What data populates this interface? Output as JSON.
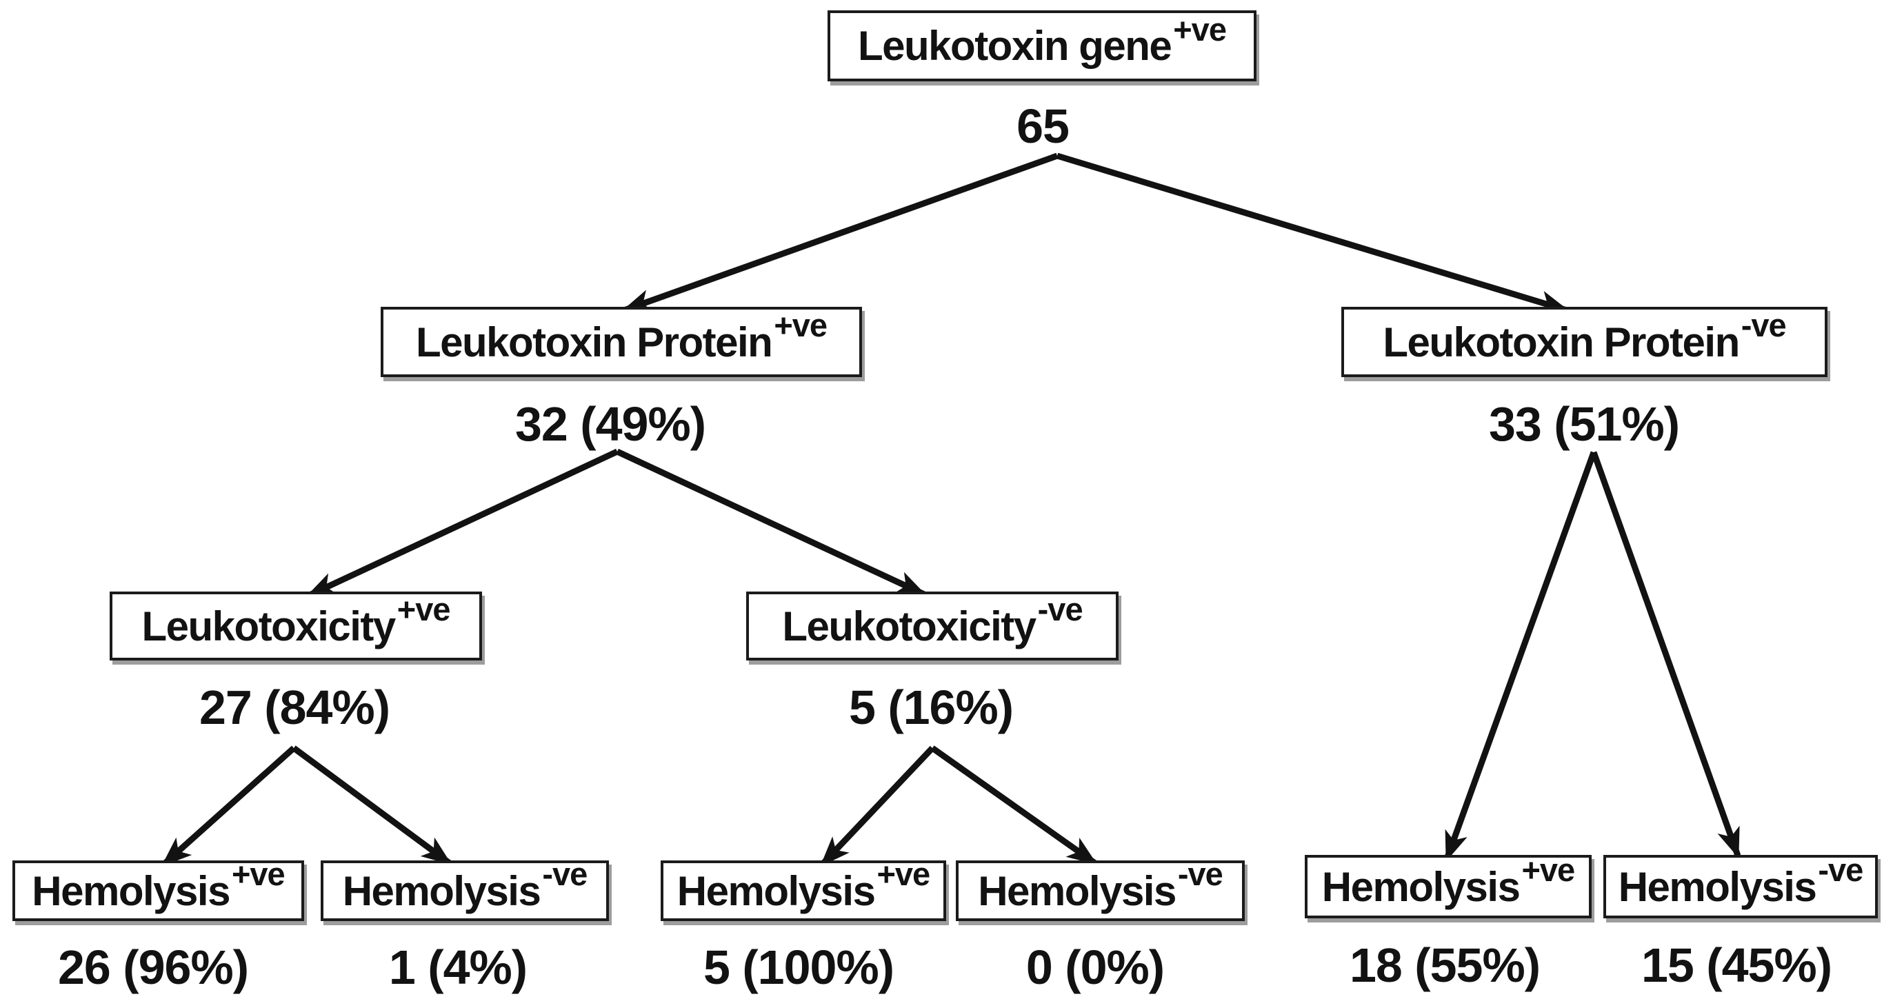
{
  "figure": {
    "title": "Leukotoxin characterization flow diagram",
    "colors": {
      "background": "#ffffff",
      "box_fill": "#ffffff",
      "box_border": "#1b1b1b",
      "box_shadow": "#9d9d9d",
      "text": "#121212",
      "arrow": "#121212"
    },
    "nodes": [
      {
        "id": "root",
        "label": "Leukotoxin gene",
        "sup": "+ve",
        "count": "65"
      },
      {
        "id": "protein_pos",
        "label": "Leukotoxin Protein",
        "sup": "+ve",
        "count": "32 (49%)"
      },
      {
        "id": "protein_neg",
        "label": "Leukotoxin Protein",
        "sup": "-ve",
        "count": "33 (51%)"
      },
      {
        "id": "toxicity_pos",
        "label": "Leukotoxicity",
        "sup": "+ve",
        "count": "27 (84%)"
      },
      {
        "id": "toxicity_neg",
        "label": "Leukotoxicity",
        "sup": "-ve",
        "count": "5 (16%)"
      },
      {
        "id": "hemolysis1_pos",
        "label": "Hemolysis",
        "sup": "+ve",
        "count": "26 (96%)"
      },
      {
        "id": "hemolysis1_neg",
        "label": "Hemolysis",
        "sup": "-ve",
        "count": "1 (4%)"
      },
      {
        "id": "hemolysis2_pos",
        "label": "Hemolysis",
        "sup": "+ve",
        "count": "5 (100%)"
      },
      {
        "id": "hemolysis2_neg",
        "label": "Hemolysis",
        "sup": "-ve",
        "count": "0 (0%)"
      },
      {
        "id": "hemolysis3_pos",
        "label": "Hemolysis",
        "sup": "+ve",
        "count": "18 (55%)"
      },
      {
        "id": "hemolysis3_neg",
        "label": "Hemolysis",
        "sup": "-ve",
        "count": "15 (45%)"
      }
    ],
    "edges": [
      {
        "from": "root",
        "to": "protein_pos"
      },
      {
        "from": "root",
        "to": "protein_neg"
      },
      {
        "from": "protein_pos",
        "to": "toxicity_pos"
      },
      {
        "from": "protein_pos",
        "to": "toxicity_neg"
      },
      {
        "from": "toxicity_pos",
        "to": "hemolysis1_pos"
      },
      {
        "from": "toxicity_pos",
        "to": "hemolysis1_neg"
      },
      {
        "from": "toxicity_neg",
        "to": "hemolysis2_pos"
      },
      {
        "from": "toxicity_neg",
        "to": "hemolysis2_neg"
      },
      {
        "from": "protein_neg",
        "to": "hemolysis3_pos"
      },
      {
        "from": "protein_neg",
        "to": "hemolysis3_neg"
      }
    ]
  }
}
